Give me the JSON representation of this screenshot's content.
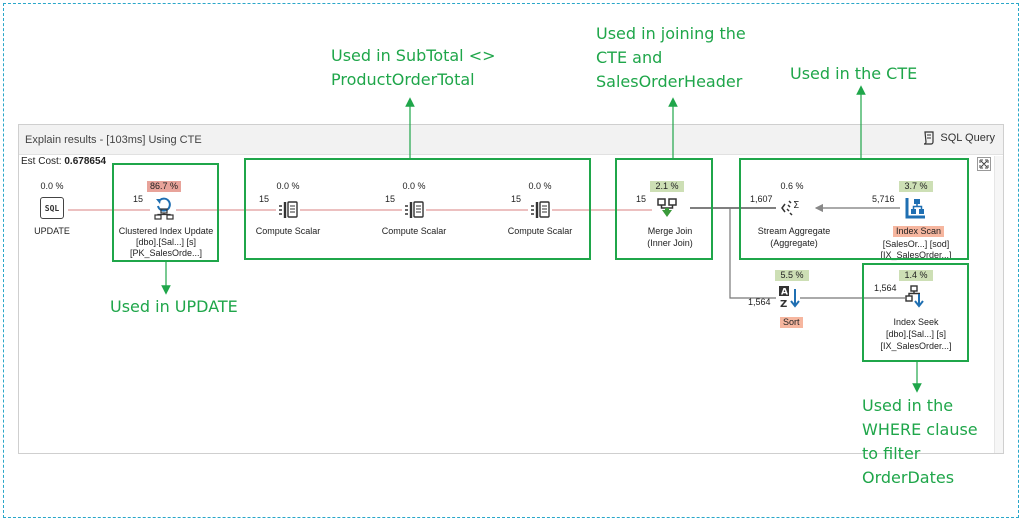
{
  "panel": {
    "title": "Explain results - [103ms] Using CTE",
    "sql_query_label": "SQL Query",
    "est_cost_label": "Est Cost:",
    "est_cost_value": "0.678654"
  },
  "nodes": {
    "update": {
      "pct": "0.0 %",
      "icon_text": "SQL",
      "label": "UPDATE"
    },
    "clustered": {
      "rows": "15",
      "pct": "86.7 %",
      "line1": "Clustered Index Update",
      "line2": "[dbo].[Sal...] [s]",
      "line3": "[PK_SalesOrde...]"
    },
    "cs1": {
      "rows": "15",
      "pct": "0.0 %",
      "label": "Compute Scalar"
    },
    "cs2": {
      "rows": "15",
      "pct": "0.0 %",
      "label": "Compute Scalar"
    },
    "cs3": {
      "rows": "15",
      "pct": "0.0 %",
      "label": "Compute Scalar"
    },
    "merge": {
      "rows": "15",
      "pct": "2.1 %",
      "line1": "Merge Join",
      "line2": "(Inner Join)"
    },
    "stream": {
      "rows": "1,607",
      "pct": "0.6 %",
      "line1": "Stream Aggregate",
      "line2": "(Aggregate)"
    },
    "scan": {
      "rows": "5,716",
      "pct": "3.7 %",
      "line1": "Index Scan",
      "line2": "[SalesOr...] [sod]",
      "line3": "[IX_SalesOrder...]"
    },
    "sort": {
      "rows": "1,564",
      "pct": "5.5 %",
      "label": "Sort"
    },
    "seek": {
      "rows": "1,564",
      "pct": "1.4 %",
      "line1": "Index Seek",
      "line2": "[dbo].[Sal...] [s]",
      "line3": "[IX_SalesOrder...]"
    }
  },
  "annotations": {
    "subtotal": [
      "Used in SubTotal <>",
      "ProductOrderTotal"
    ],
    "joining": [
      "Used in joining the",
      "CTE and",
      "SalesOrderHeader"
    ],
    "cte": [
      "Used in the CTE"
    ],
    "update": [
      "Used in UPDATE"
    ],
    "where": [
      "Used in the",
      "WHERE clause",
      "to filter",
      "OrderDates"
    ]
  },
  "colors": {
    "annotation": "#1fa64a",
    "cost_high": "#e8a39a",
    "cost_low": "#cddfb5",
    "highlight": "#f6b69f",
    "icon_blue": "#1f6fb2",
    "icon_green": "#3a9a3a",
    "edge_red": "#d98080"
  }
}
